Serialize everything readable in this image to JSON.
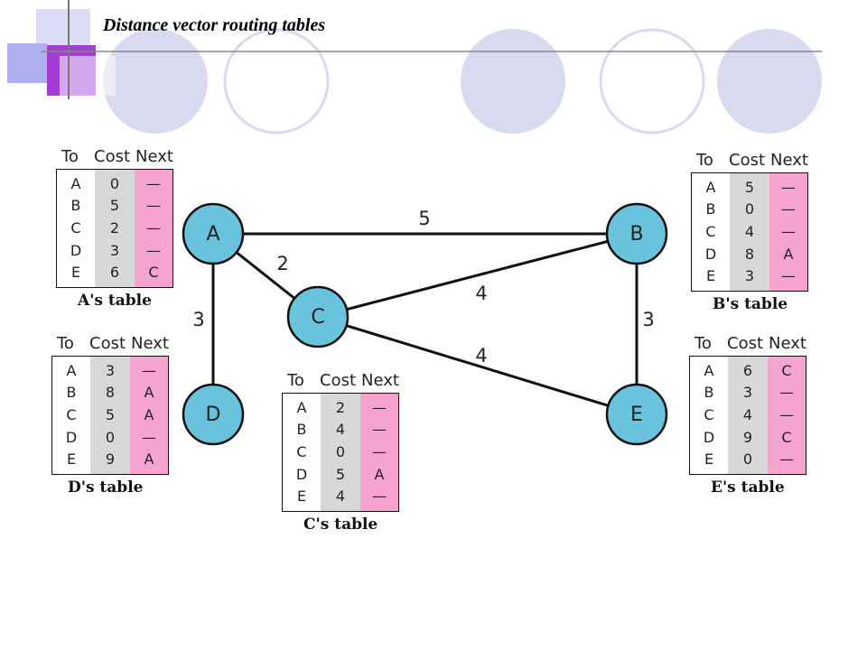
{
  "slide": {
    "title": "Distance vector routing tables"
  },
  "headers": {
    "to": "To",
    "cost": "Cost",
    "next": "Next"
  },
  "colors": {
    "node_fill": "#69c3dd",
    "cost_col": "#d8d8d8",
    "next_col": "#f7a3cf",
    "deco_circle": "#d9d9ef",
    "deco_purple": "#a33dd6"
  },
  "nodes": [
    {
      "id": "A",
      "label": "A"
    },
    {
      "id": "B",
      "label": "B"
    },
    {
      "id": "C",
      "label": "C"
    },
    {
      "id": "D",
      "label": "D"
    },
    {
      "id": "E",
      "label": "E"
    }
  ],
  "edges": [
    {
      "from": "A",
      "to": "B",
      "cost": "5"
    },
    {
      "from": "A",
      "to": "C",
      "cost": "2"
    },
    {
      "from": "A",
      "to": "D",
      "cost": "3"
    },
    {
      "from": "C",
      "to": "B",
      "cost": "4"
    },
    {
      "from": "C",
      "to": "E",
      "cost": "4"
    },
    {
      "from": "B",
      "to": "E",
      "cost": "3"
    }
  ],
  "tables": {
    "A": {
      "caption": "A's table",
      "to": [
        "A",
        "B",
        "C",
        "D",
        "E"
      ],
      "cost": [
        "0",
        "5",
        "2",
        "3",
        "6"
      ],
      "next": [
        "—",
        "—",
        "—",
        "—",
        "C"
      ]
    },
    "B": {
      "caption": "B's table",
      "to": [
        "A",
        "B",
        "C",
        "D",
        "E"
      ],
      "cost": [
        "5",
        "0",
        "4",
        "8",
        "3"
      ],
      "next": [
        "—",
        "—",
        "—",
        "A",
        "—"
      ]
    },
    "C": {
      "caption": "C's table",
      "to": [
        "A",
        "B",
        "C",
        "D",
        "E"
      ],
      "cost": [
        "2",
        "4",
        "0",
        "5",
        "4"
      ],
      "next": [
        "—",
        "—",
        "—",
        "A",
        "—"
      ]
    },
    "D": {
      "caption": "D's table",
      "to": [
        "A",
        "B",
        "C",
        "D",
        "E"
      ],
      "cost": [
        "3",
        "8",
        "5",
        "0",
        "9"
      ],
      "next": [
        "—",
        "A",
        "A",
        "—",
        "A"
      ]
    },
    "E": {
      "caption": "E's table",
      "to": [
        "A",
        "B",
        "C",
        "D",
        "E"
      ],
      "cost": [
        "6",
        "3",
        "4",
        "9",
        "0"
      ],
      "next": [
        "C",
        "—",
        "—",
        "C",
        "—"
      ]
    }
  }
}
